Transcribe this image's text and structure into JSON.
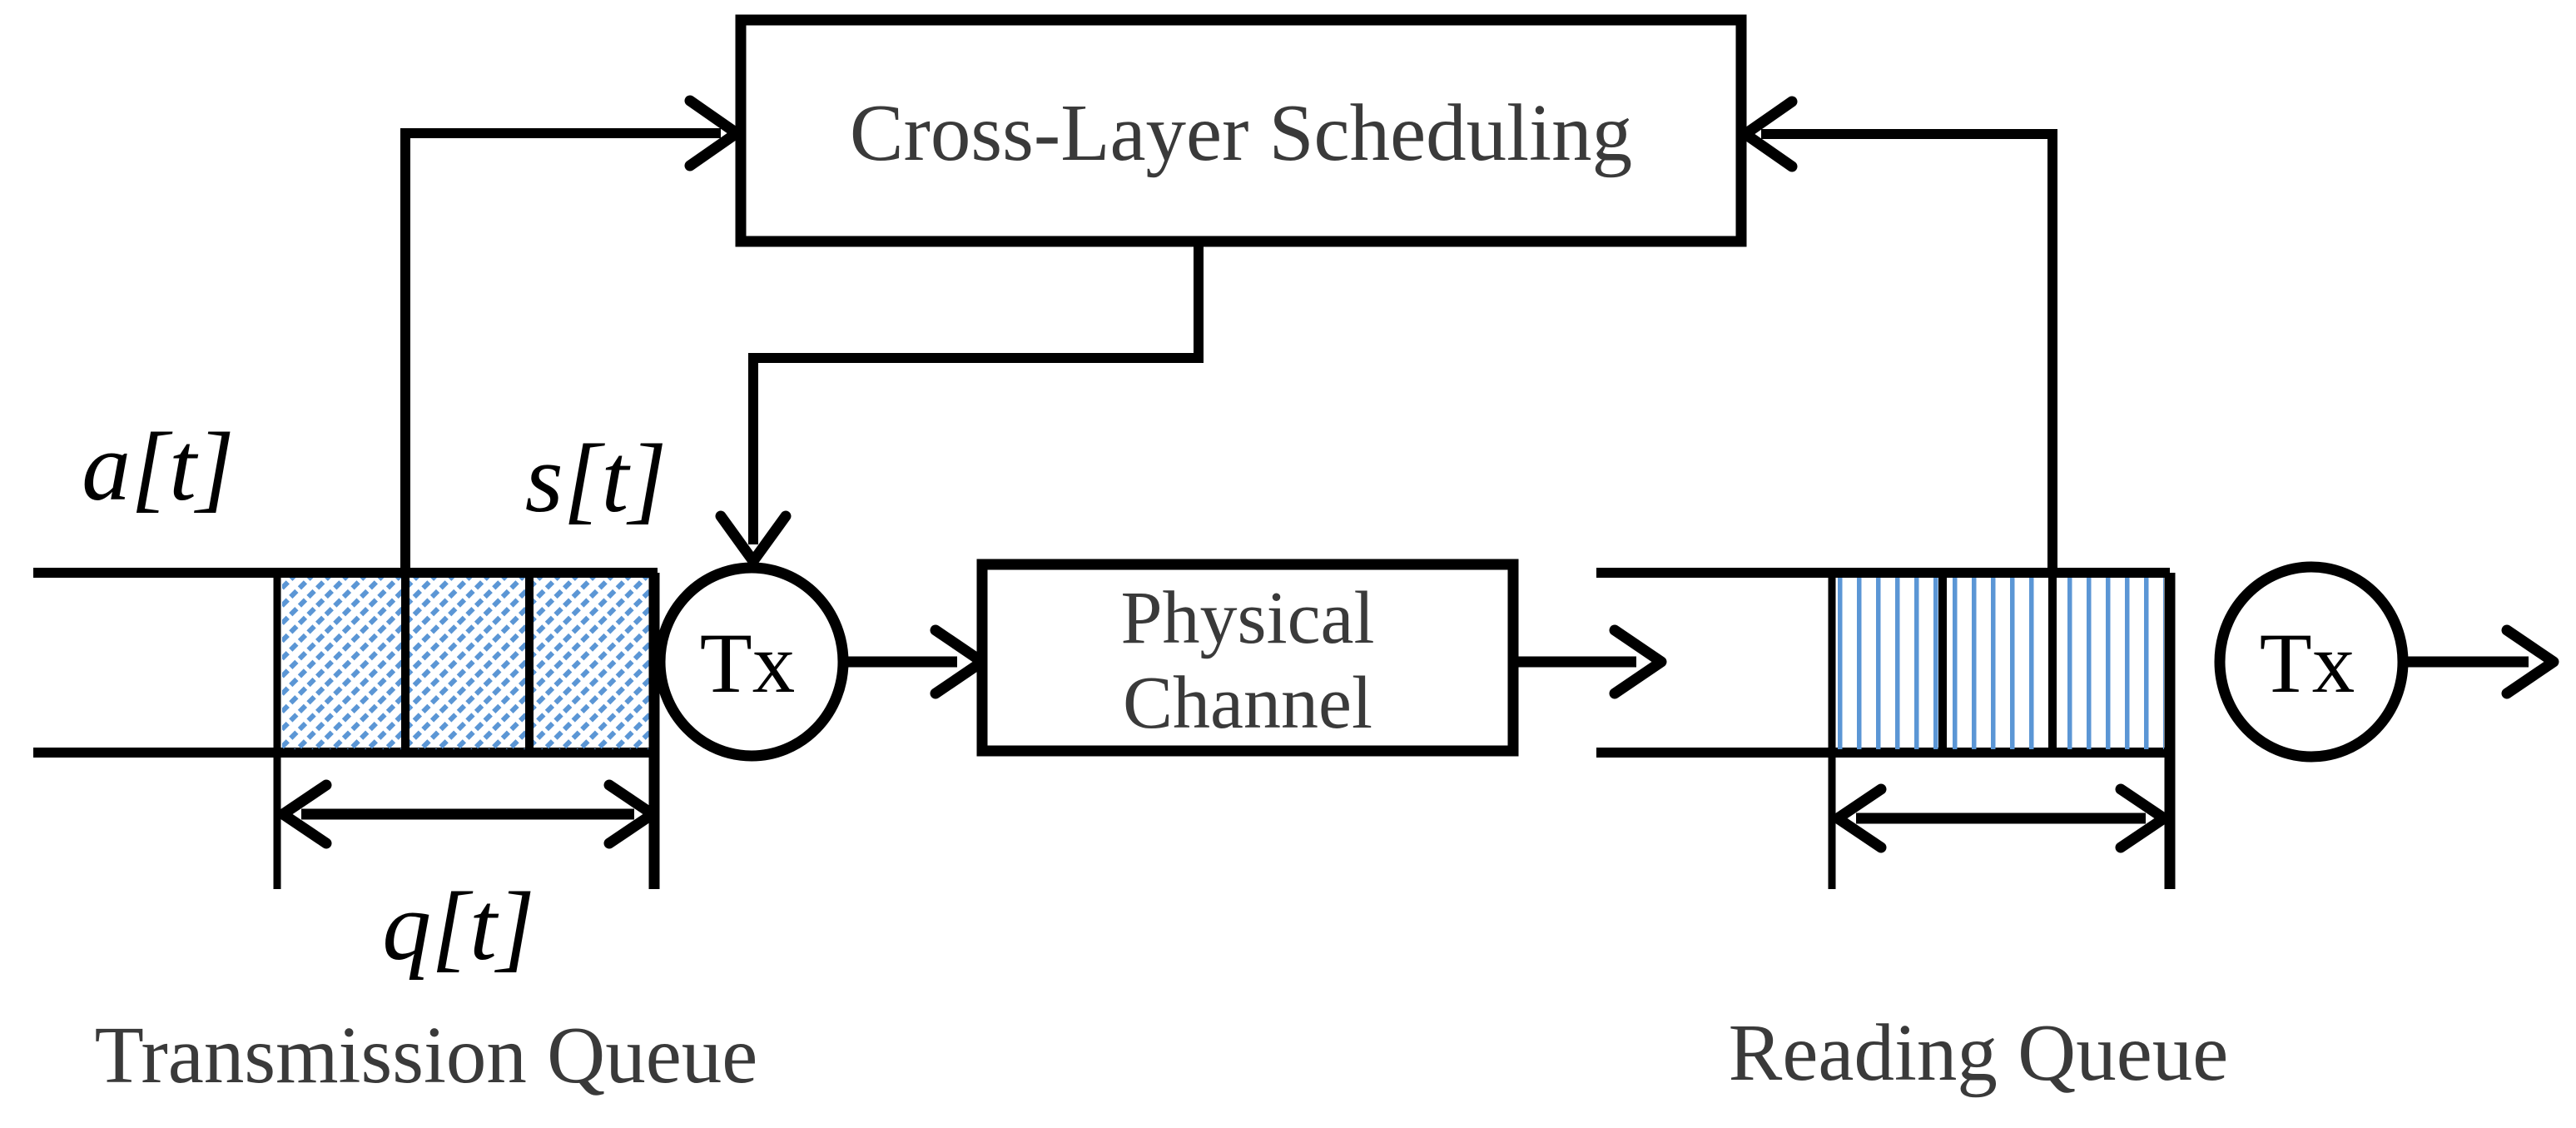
{
  "colors": {
    "line": "#000000",
    "text_dark": "#3a3a3a",
    "hatch_blue": "#5b96d5",
    "background": "#ffffff"
  },
  "scheduler_box": {
    "label": "Cross-Layer Scheduling"
  },
  "physical_channel_box": {
    "line1": "Physical",
    "line2": "Channel"
  },
  "transmitters": {
    "left_label": "Tx",
    "right_label": "Tx"
  },
  "math_labels": {
    "arrival": "a[t]",
    "schedule": "s[t]",
    "queue_length": "q[t]"
  },
  "captions": {
    "left_queue": "Transmission Queue",
    "right_queue": "Reading Queue"
  }
}
